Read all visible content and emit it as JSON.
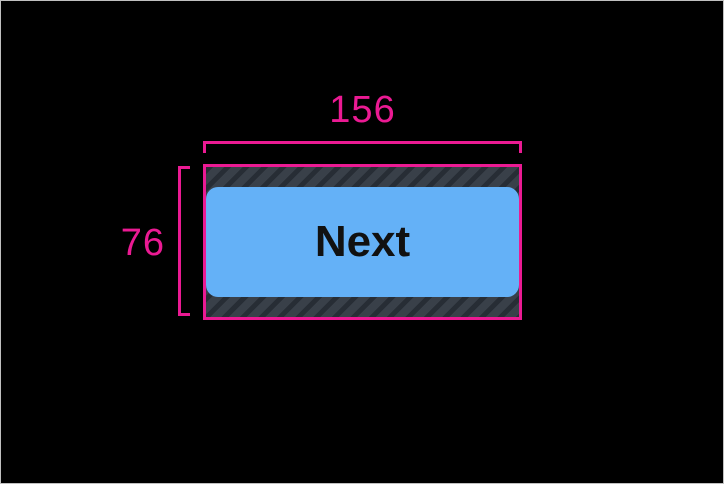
{
  "colors": {
    "accent_pink": "#eb1a93",
    "button_blue": "#64b1f7",
    "hatch_base": "#394049",
    "hatch_stripe": "#272d35",
    "canvas_black": "#000000",
    "frame_border": "#c0c0c0",
    "button_text": "#111111"
  },
  "annotations": {
    "width_label": "156",
    "height_label": "76"
  },
  "button": {
    "label": "Next"
  }
}
